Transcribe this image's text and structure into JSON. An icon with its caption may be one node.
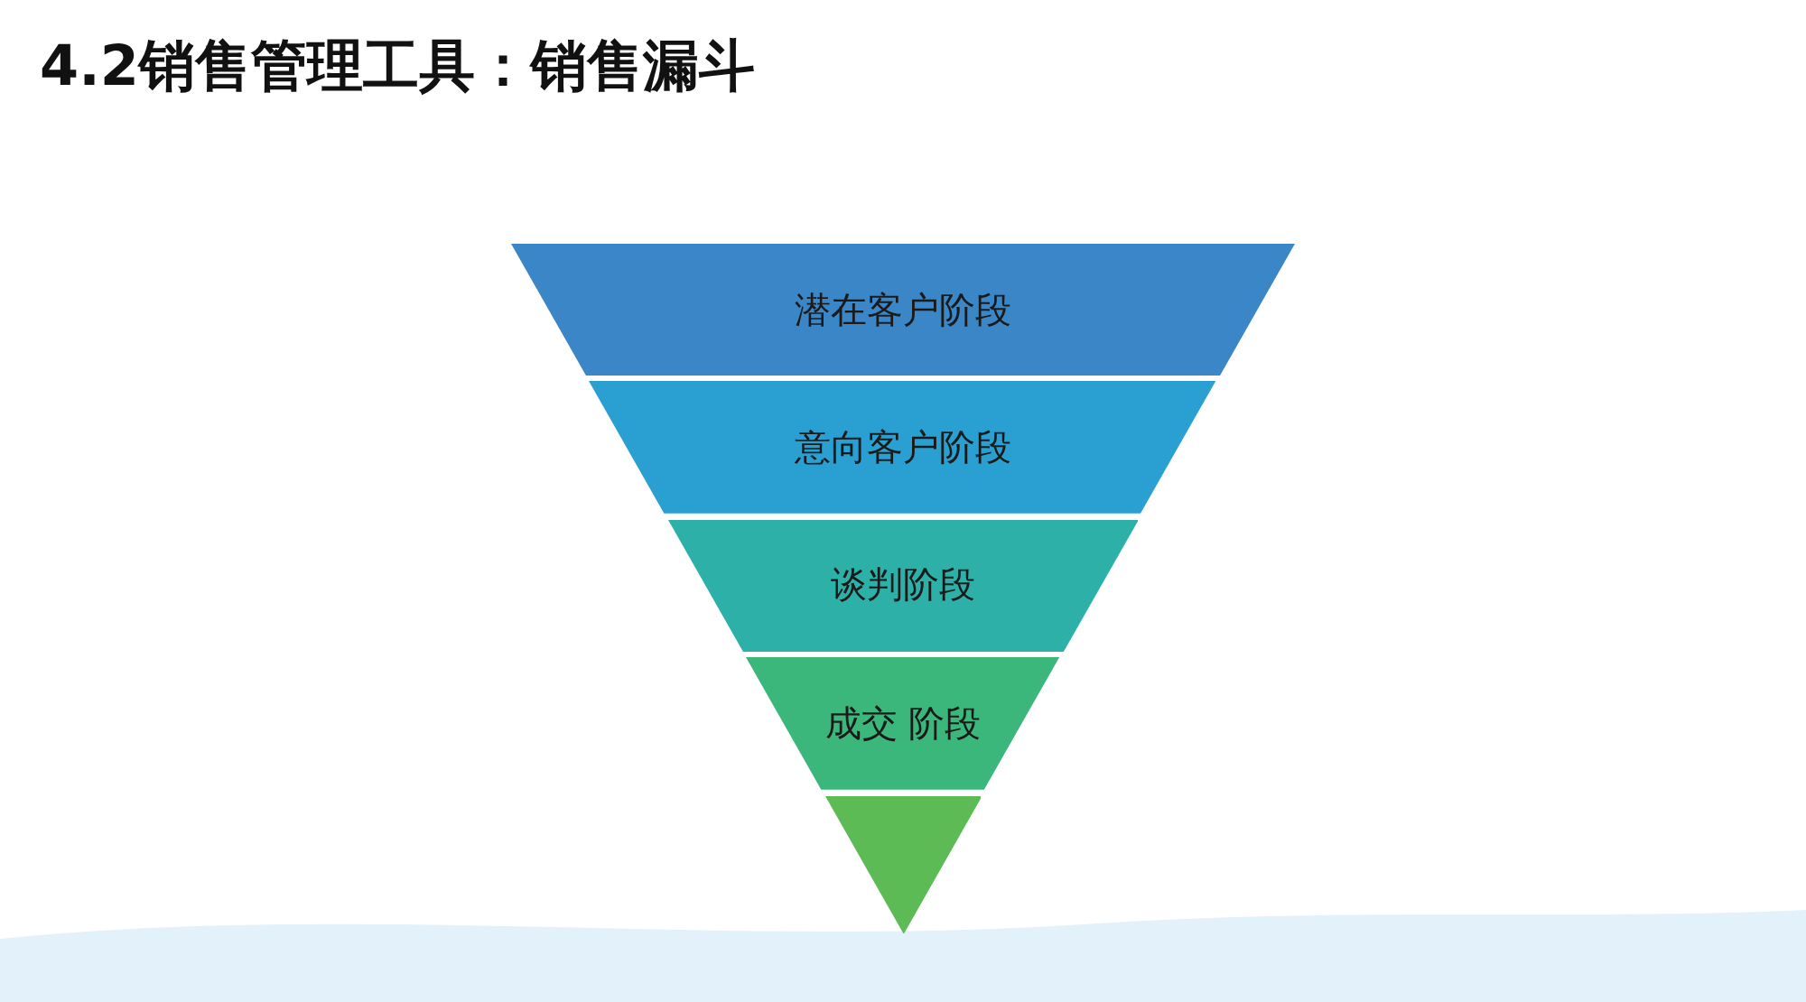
{
  "diagram": {
    "title": "4.2销售管理工具：销售漏斗",
    "nodes": [
      {
        "text": [
          "潜在客户阶段"
        ]
      },
      {
        "text": [
          "意向客户阶段"
        ]
      },
      {
        "text": [
          "谈判阶段"
        ]
      },
      {
        "text": [
          "成交 阶段"
        ]
      },
      {
        "text": [],
        "shape": "triangle"
      }
    ]
  }
}
